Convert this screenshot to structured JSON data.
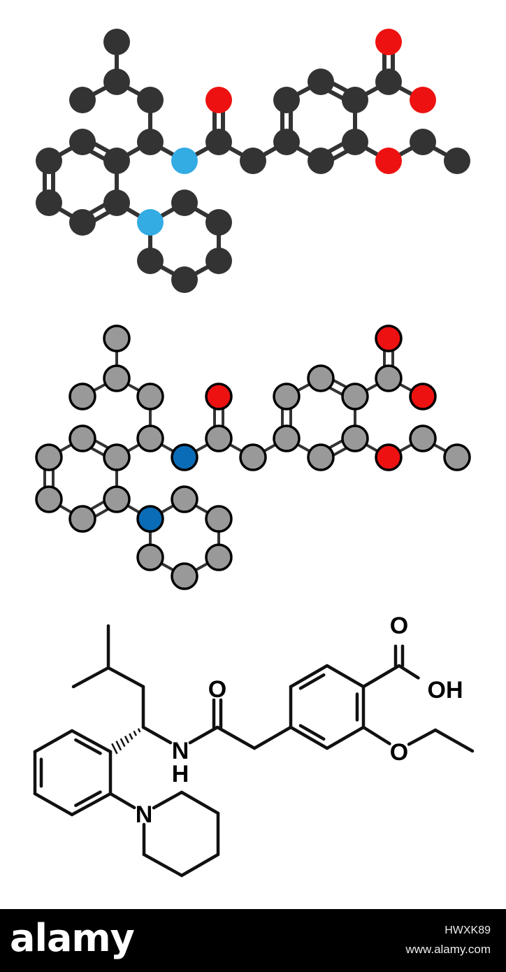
{
  "colors": {
    "carbon_filled": "#333333",
    "carbon_outlined": "#999999",
    "nitrogen_filled": "#33abe3",
    "nitrogen_outlined": "#0a6cb6",
    "oxygen": "#ee1111",
    "bond": "#333333",
    "skeletal_line": "#111111",
    "footer_background": "#000000"
  },
  "labels": {
    "carbonyl_o": "O",
    "acid_o": "O",
    "acid_oh": "OH",
    "ether_o": "O",
    "amide_n": "N",
    "amide_h": "H",
    "piperidine_n": "N"
  },
  "footer": {
    "brand": "alamy",
    "image_id": "HWXK89",
    "site": "www.alamy.com"
  }
}
